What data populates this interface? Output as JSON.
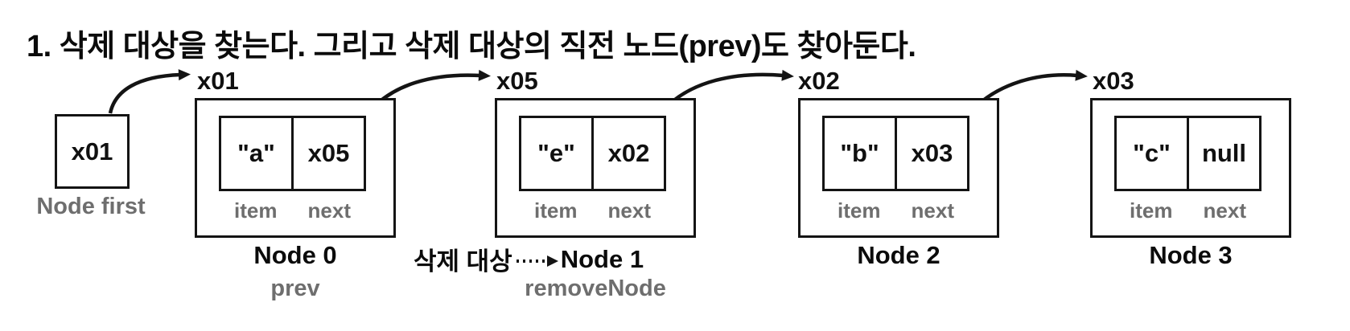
{
  "title": "1. 삭제 대상을 찾는다. 그리고 삭제 대상의 직전 노드(prev)도 찾아둔다.",
  "colors": {
    "ink": "#141414",
    "muted": "#6e6e6e",
    "background": "#ffffff"
  },
  "first_pointer": {
    "value": "x01",
    "label": "Node first"
  },
  "field_labels": {
    "item": "item",
    "next": "next"
  },
  "nodes": [
    {
      "address": "x01",
      "item": "\"a\"",
      "next": "x05",
      "name": "Node 0",
      "sublabel": "prev"
    },
    {
      "address": "x05",
      "item": "\"e\"",
      "next": "x02",
      "name": "Node 1",
      "sublabel": "removeNode",
      "annotation": "삭제 대상"
    },
    {
      "address": "x02",
      "item": "\"b\"",
      "next": "x03",
      "name": "Node 2"
    },
    {
      "address": "x03",
      "item": "\"c\"",
      "next": "null",
      "name": "Node 3"
    }
  ]
}
